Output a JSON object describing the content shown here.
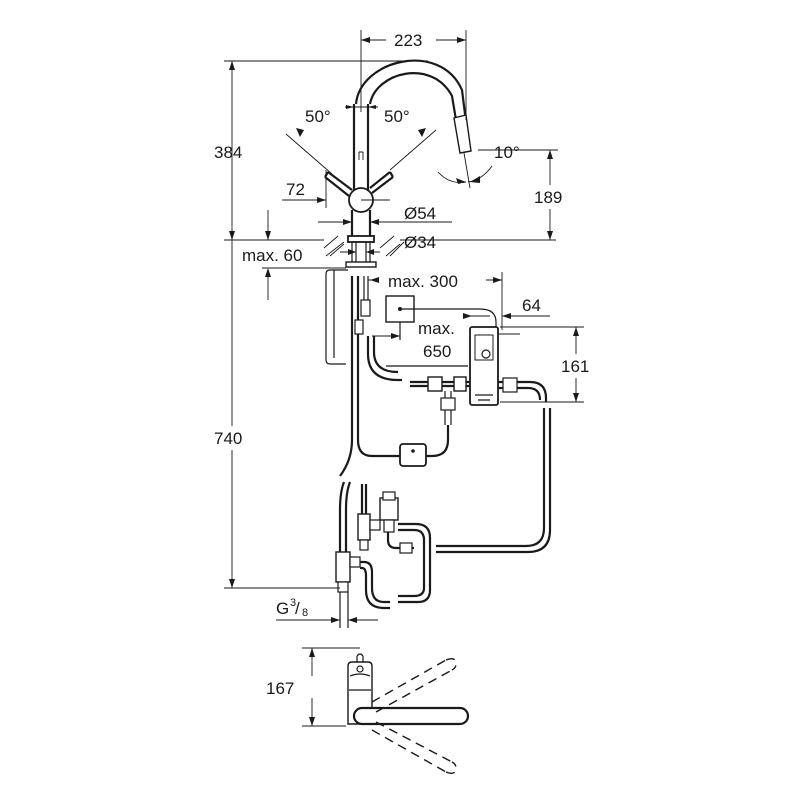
{
  "drawing": {
    "title": "Kitchen faucet with pull-out spray — technical dimension drawing",
    "units": "mm",
    "colors": {
      "line": "#1a1a1a",
      "background": "#ffffff"
    }
  },
  "dimensions": {
    "spout_reach": "223",
    "total_height": "384",
    "lever_angle_left": "50°",
    "lever_angle_right": "50°",
    "spray_tilt": "10°",
    "spout_outlet_height": "189",
    "lever_offset": "72",
    "body_diameter": "Ø54",
    "shank_diameter": "Ø34",
    "max_deck_thickness": "max. 60",
    "max_box_distance": "max. 300",
    "box_width": "64",
    "max_hose_length_line1": "max.",
    "max_hose_length_line2": "650",
    "box_height": "161",
    "installation_depth": "740",
    "connection_thread_main": "G",
    "connection_thread_num": "3",
    "connection_thread_den": "8",
    "top_view_depth": "167"
  }
}
